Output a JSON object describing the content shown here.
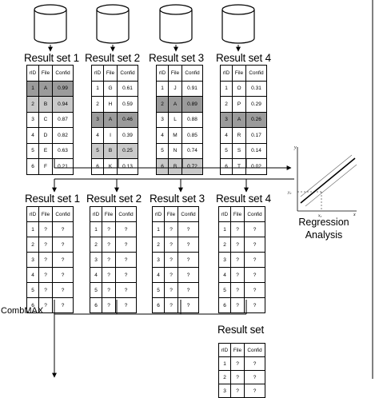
{
  "top_sets": [
    {
      "label": "Result set 1",
      "rows": [
        [
          "1",
          "A",
          "0.99"
        ],
        [
          "2",
          "B",
          "0.94"
        ],
        [
          "3",
          "C",
          "0.87"
        ],
        [
          "4",
          "D",
          "0.82"
        ],
        [
          "5",
          "E",
          "0.63"
        ],
        [
          "6",
          "F",
          "0.21"
        ]
      ],
      "shade": [
        "gd",
        "g",
        "",
        "",
        "",
        ""
      ]
    },
    {
      "label": "Result set 2",
      "rows": [
        [
          "1",
          "G",
          "0.61"
        ],
        [
          "2",
          "H",
          "0.59"
        ],
        [
          "3",
          "A",
          "0.46"
        ],
        [
          "4",
          "I",
          "0.39"
        ],
        [
          "5",
          "B",
          "0.25"
        ],
        [
          "6",
          "K",
          "0.13"
        ]
      ],
      "shade": [
        "",
        "",
        "gd",
        "",
        "g",
        ""
      ]
    },
    {
      "label": "Result set 3",
      "rows": [
        [
          "1",
          "J",
          "0.91"
        ],
        [
          "2",
          "A",
          "0.89"
        ],
        [
          "3",
          "L",
          "0.88"
        ],
        [
          "4",
          "M",
          "0.85"
        ],
        [
          "5",
          "N",
          "0.74"
        ],
        [
          "6",
          "B",
          "0.72"
        ]
      ],
      "shade": [
        "",
        "gd",
        "",
        "",
        "",
        "g"
      ]
    },
    {
      "label": "Result set 4",
      "rows": [
        [
          "1",
          "O",
          "0.31"
        ],
        [
          "2",
          "P",
          "0.29"
        ],
        [
          "3",
          "A",
          "0.26"
        ],
        [
          "4",
          "R",
          "0.17"
        ],
        [
          "5",
          "S",
          "0.14"
        ],
        [
          "6",
          "T",
          "0.02"
        ]
      ],
      "shade": [
        "",
        "",
        "gd",
        "",
        "",
        ""
      ]
    }
  ],
  "bottom_sets": [
    {
      "label": "Result set 1",
      "rows": [
        [
          "1",
          "?",
          "?"
        ],
        [
          "2",
          "?",
          "?"
        ],
        [
          "3",
          "?",
          "?"
        ],
        [
          "4",
          "?",
          "?"
        ],
        [
          "5",
          "?",
          "?"
        ],
        [
          "6",
          "?",
          "?"
        ]
      ]
    },
    {
      "label": "Result set 2",
      "rows": [
        [
          "1",
          "?",
          "?"
        ],
        [
          "2",
          "?",
          "?"
        ],
        [
          "3",
          "?",
          "?"
        ],
        [
          "4",
          "?",
          "?"
        ],
        [
          "5",
          "?",
          "?"
        ],
        [
          "6",
          "?",
          "?"
        ]
      ]
    },
    {
      "label": "Result set 3",
      "rows": [
        [
          "1",
          "?",
          "?"
        ],
        [
          "2",
          "?",
          "?"
        ],
        [
          "3",
          "?",
          "?"
        ],
        [
          "4",
          "?",
          "?"
        ],
        [
          "5",
          "?",
          "?"
        ],
        [
          "6",
          "?",
          "?"
        ]
      ]
    },
    {
      "label": "Result set 4",
      "rows": [
        [
          "1",
          "?",
          "?"
        ],
        [
          "2",
          "?",
          "?"
        ],
        [
          "3",
          "?",
          "?"
        ],
        [
          "4",
          "?",
          "?"
        ],
        [
          "5",
          "?",
          "?"
        ],
        [
          "6",
          "?",
          "?"
        ]
      ]
    }
  ],
  "final_set": {
    "label": "Result set",
    "rows": [
      [
        "1",
        "?",
        "?"
      ],
      [
        "2",
        "?",
        "?"
      ],
      [
        "3",
        "?",
        "?"
      ]
    ]
  },
  "headers": [
    "rID",
    "File",
    "Confid"
  ],
  "regression": {
    "line1": "Regression",
    "line2": "Analysis",
    "axis_y": "y",
    "axis_x": "x",
    "y0": "y₀",
    "x0": "x₀"
  },
  "combmax_label": "CombMAX",
  "colors": {
    "shade_light": "#c9c9c9",
    "shade_dark": "#9b9b9b",
    "line": "#000000"
  }
}
